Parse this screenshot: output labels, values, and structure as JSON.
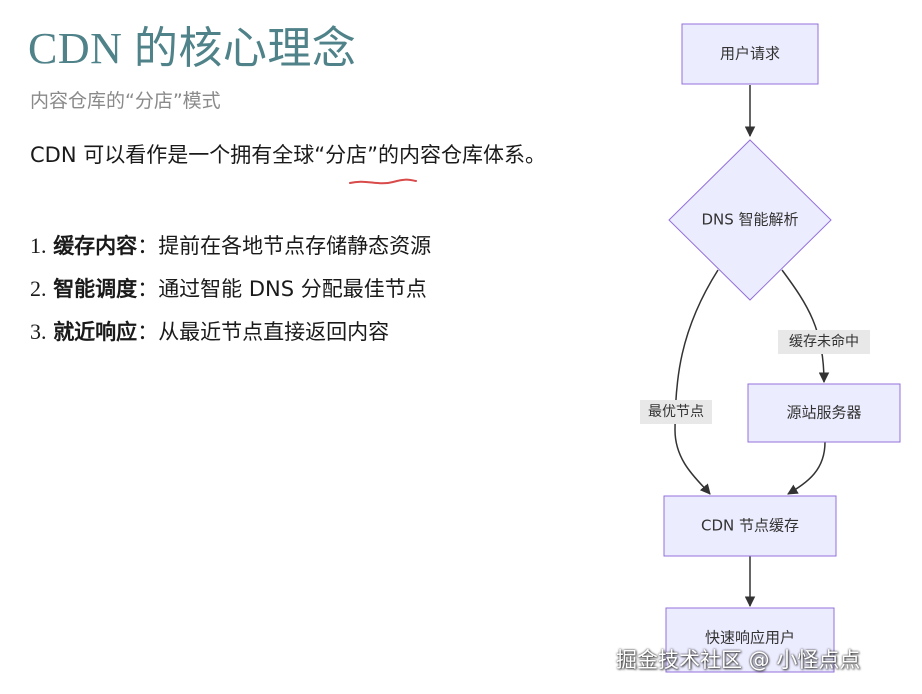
{
  "slide": {
    "title": "CDN 的核心理念",
    "subtitle": "内容仓库的“分店”模式",
    "intro": "CDN 可以看作是一个拥有全球“分店”的内容仓库体系。",
    "points": [
      {
        "num": "1.",
        "keyword": "缓存内容",
        "sep": "：",
        "text": "提前在各地节点存储静态资源"
      },
      {
        "num": "2.",
        "keyword": "智能调度",
        "sep": "：",
        "text": "通过智能 DNS 分配最佳节点"
      },
      {
        "num": "3.",
        "keyword": "就近响应",
        "sep": "：",
        "text": "从最近节点直接返回内容"
      }
    ]
  },
  "flowchart": {
    "nodes": {
      "request": "用户请求",
      "dns": "DNS 智能解析",
      "origin": "源站服务器",
      "cache": "CDN 节点缓存",
      "response": "快速响应用户"
    },
    "edges": {
      "dns_to_origin": "缓存未命中",
      "dns_to_cache": "最优节点"
    }
  },
  "watermark": "掘金技术社区 @ 小怪点点",
  "colors": {
    "title": "#4f8289",
    "node_fill": "#ececff",
    "node_stroke": "#9370db",
    "edge": "#333333",
    "squiggle": "#d94a4a"
  }
}
